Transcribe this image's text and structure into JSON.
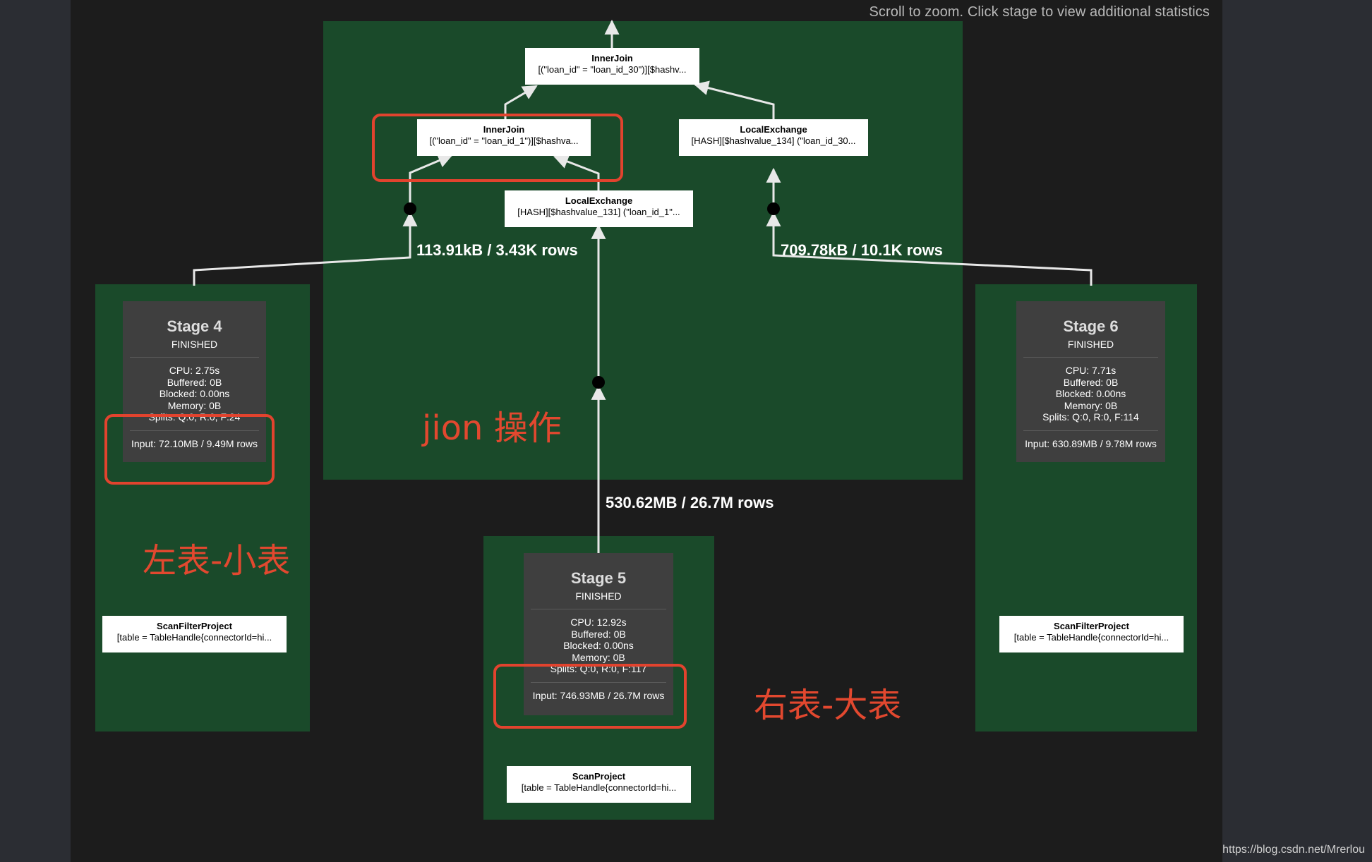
{
  "hint": "Scroll to zoom. Click stage to view additional statistics",
  "footer": "https://blog.csdn.net/Mrerlou",
  "stage3": {
    "ops": {
      "innerjoin_top": {
        "title": "InnerJoin",
        "detail": "[(\"loan_id\" = \"loan_id_30\")][$hashv..."
      },
      "innerjoin_left": {
        "title": "InnerJoin",
        "detail": "[(\"loan_id\" = \"loan_id_1\")][$hashva..."
      },
      "localexchange_right": {
        "title": "LocalExchange",
        "detail": "[HASH][$hashvalue_134] (\"loan_id_30..."
      },
      "localexchange_mid": {
        "title": "LocalExchange",
        "detail": "[HASH][$hashvalue_131] (\"loan_id_1\"..."
      }
    }
  },
  "edges": {
    "left": "113.91kB / 3.43K rows",
    "right": "709.78kB / 10.1K rows",
    "middle": "530.62MB / 26.7M rows"
  },
  "stages": {
    "stage4": {
      "title": "Stage 4",
      "state": "FINISHED",
      "cpu": "CPU: 2.75s",
      "buffered": "Buffered: 0B",
      "blocked": "Blocked: 0.00ns",
      "memory": "Memory: 0B",
      "splits": "Splits: Q:0, R:0, F:24",
      "input": "Input: 72.10MB / 9.49M rows",
      "op": {
        "title": "ScanFilterProject",
        "detail": "[table = TableHandle{connectorId=hi..."
      }
    },
    "stage5": {
      "title": "Stage 5",
      "state": "FINISHED",
      "cpu": "CPU: 12.92s",
      "buffered": "Buffered: 0B",
      "blocked": "Blocked: 0.00ns",
      "memory": "Memory: 0B",
      "splits": "Splits: Q:0, R:0, F:117",
      "input": "Input: 746.93MB / 26.7M rows",
      "op": {
        "title": "ScanProject",
        "detail": "[table = TableHandle{connectorId=hi..."
      }
    },
    "stage6": {
      "title": "Stage 6",
      "state": "FINISHED",
      "cpu": "CPU: 7.71s",
      "buffered": "Buffered: 0B",
      "blocked": "Blocked: 0.00ns",
      "memory": "Memory: 0B",
      "splits": "Splits: Q:0, R:0, F:114",
      "input": "Input: 630.89MB / 9.78M rows",
      "op": {
        "title": "ScanFilterProject",
        "detail": "[table = TableHandle{connectorId=hi..."
      }
    }
  },
  "annotations": {
    "join": "jion 操作",
    "left_table": "左表-小表",
    "right_table": "右表-大表"
  },
  "colors": {
    "stage_bg": "#1a4a2a",
    "canvas_bg": "#1c1c1c",
    "card_bg": "#3f3f3f",
    "annotation": "#e2482f"
  }
}
